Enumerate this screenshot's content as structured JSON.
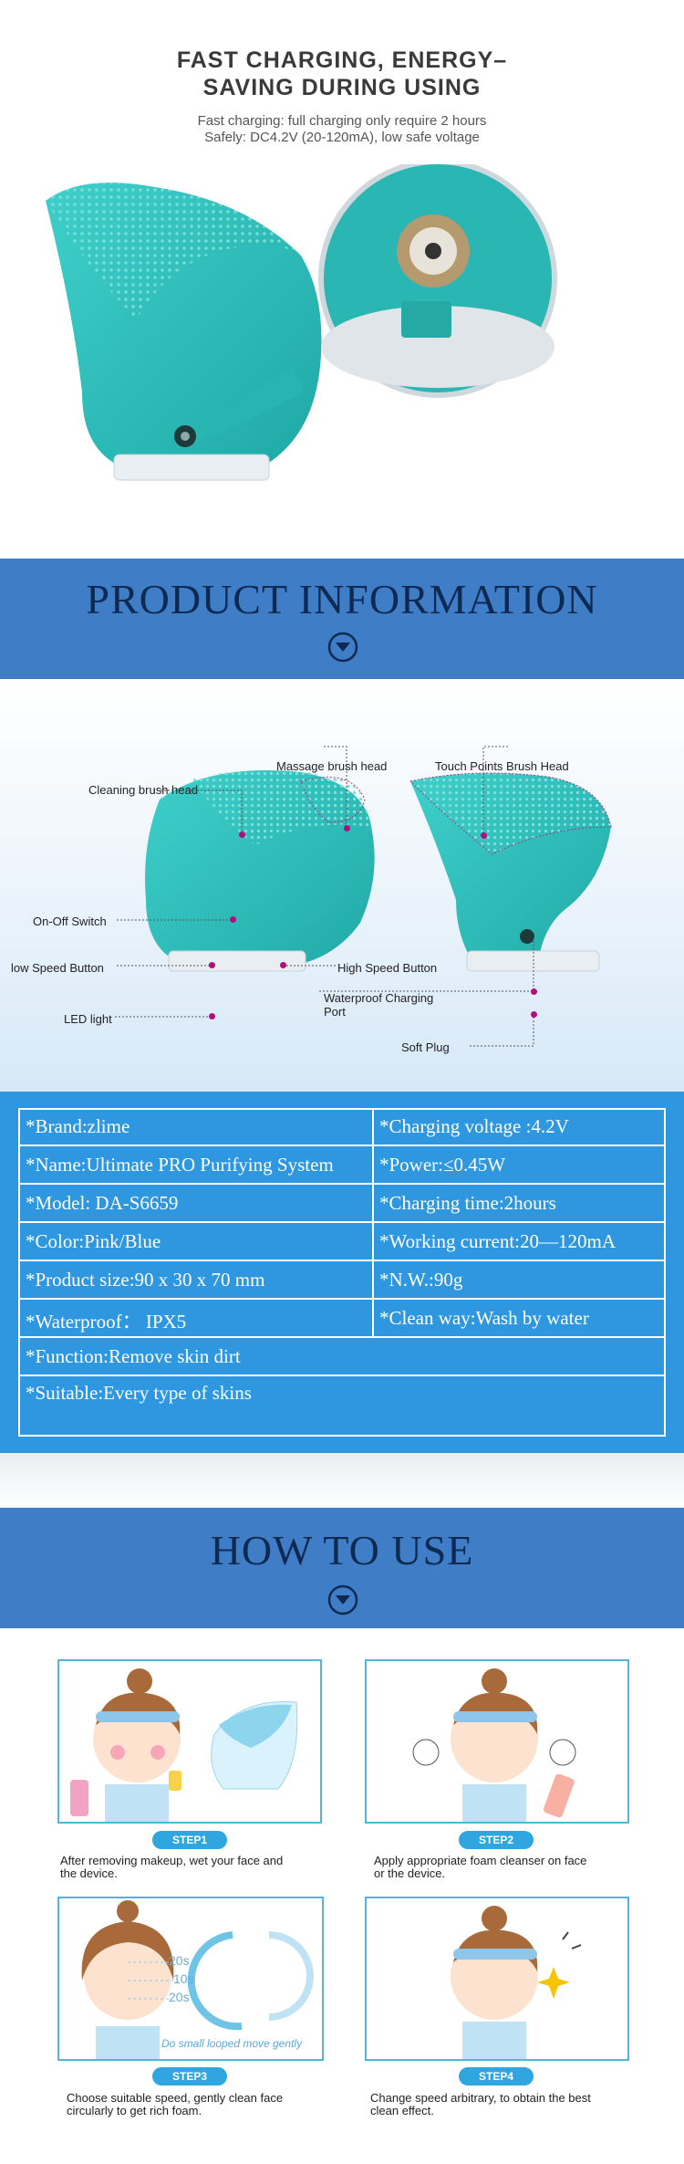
{
  "charging": {
    "title_line1": "FAST CHARGING, ENERGY–",
    "title_line2": "SAVING DURING USING",
    "line1": "Fast charging: full charging only require 2 hours",
    "line2": "Safely: DC4.2V (20-120mA), low safe voltage"
  },
  "product_info": {
    "title": "PRODUCT INFORMATION"
  },
  "diagram": {
    "labels": {
      "cleaning_head": "Cleaning brush head",
      "massage_head": "Massage brush head",
      "touch_points": "Touch Points Brush Head",
      "on_off": "On-Off Switch",
      "low_speed": "low Speed Button",
      "high_speed": "High Speed Button",
      "waterproof_port_1": "Waterproof Charging",
      "waterproof_port_2": "Port",
      "led": "LED light",
      "soft_plug": "Soft Plug"
    }
  },
  "specs": {
    "left": [
      "*Brand:zlime",
      "*Name:Ultimate PRO Purifying System",
      "*Model: DA-S6659",
      "*Color:Pink/Blue",
      "*Product size:90 x 30 x 70 mm",
      "*Waterproof： IPX5"
    ],
    "right": [
      "*Charging voltage :4.2V",
      "*Power:≤0.45W",
      "*Charging time:2hours",
      "*Working current:20—120mA",
      "*N.W.:90g",
      "*Clean way:Wash by water"
    ],
    "full": [
      "*Function:Remove skin dirt",
      "*Suitable:Every type of skins"
    ]
  },
  "how_to_use": {
    "title": "HOW TO USE",
    "steps": [
      {
        "label": "STEP1",
        "line1": "After removing makeup, wet your face and",
        "line2": "the device."
      },
      {
        "label": "STEP2",
        "line1": "Apply appropriate foam cleanser on face",
        "line2": "or the device."
      },
      {
        "label": "STEP3",
        "line1": "Choose suitable speed, gently clean face",
        "line2": "circularly to get rich foam."
      },
      {
        "label": "STEP4",
        "line1": "Change speed arbitrary, to obtain the best",
        "line2": "clean effect."
      }
    ],
    "step3_times": [
      "20s",
      "10s",
      "20s"
    ],
    "step3_caption": "Do small looped move gently"
  },
  "colors": {
    "teal": "#2cc3bf",
    "banner_blue": "#3f7ec6",
    "spec_blue": "#2f97df",
    "navy": "#0e2a52",
    "step_blue": "#2fa6e0"
  }
}
